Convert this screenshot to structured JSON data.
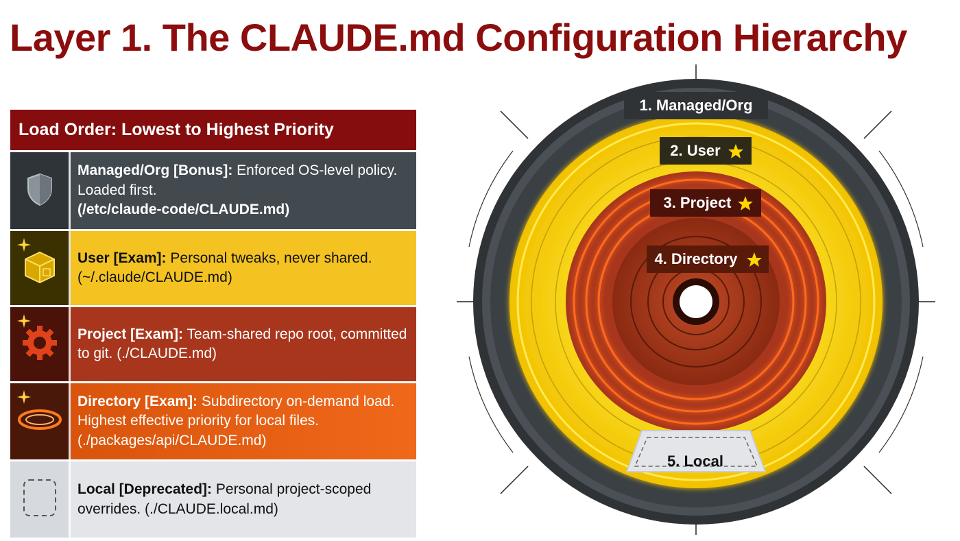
{
  "title": "Layer 1. The CLAUDE.md Configuration Hierarchy",
  "panel": {
    "header": "Load Order: Lowest to Highest Priority",
    "rows": [
      {
        "name": "Managed/Org [Bonus]:",
        "desc": " Enforced OS-level policy. Loaded first.",
        "path": "(/etc/claude-code/CLAUDE.md)",
        "icon": "shield-icon"
      },
      {
        "name": "User [Exam]:",
        "desc": " Personal tweaks, never shared.",
        "path": "(~/.claude/CLAUDE.md)",
        "icon": "box-icon"
      },
      {
        "name": "Project [Exam]:",
        "desc": " Team-shared repo root, committed to git. (./CLAUDE.md)",
        "path": "",
        "icon": "gear-icon"
      },
      {
        "name": "Directory [Exam]:",
        "desc": " Subdirectory on-demand load. Highest effective priority for local files.",
        "path": "(./packages/api/CLAUDE.md)",
        "icon": "ring-icon"
      },
      {
        "name": "Local [Deprecated]:",
        "desc": " Personal project-scoped overrides. (./CLAUDE.local.md)",
        "path": "",
        "icon": "dashed-box-icon"
      }
    ]
  },
  "diagram": {
    "labels": {
      "managed": "1. Managed/Org",
      "user": "2. User",
      "project": "3. Project",
      "directory": "4. Directory",
      "local": "5. Local"
    }
  },
  "colors": {
    "title": "#8b0d0d",
    "managed": "#3a4146",
    "user": "#f4c321",
    "project": "#a8361d",
    "directory": "#f0681a",
    "local": "#e3e5e8"
  }
}
